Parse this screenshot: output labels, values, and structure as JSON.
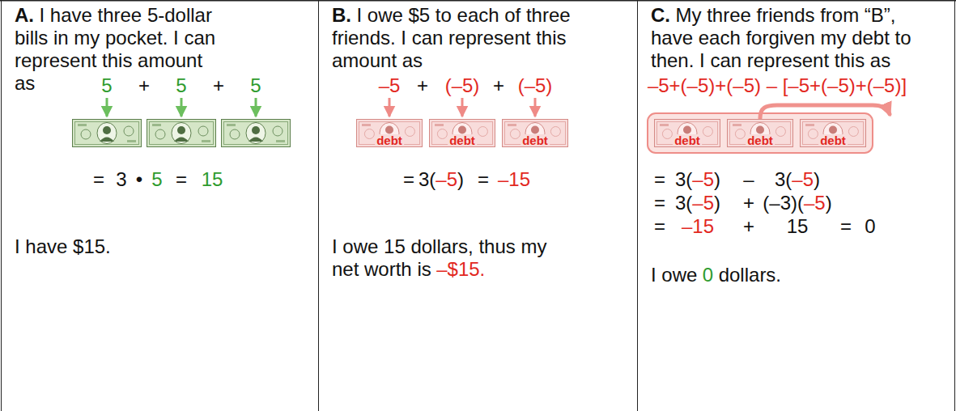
{
  "diagram": {
    "nodes": [
      {
        "text": [
          "A.",
          "I have three 5-dollar bills in my pocket. I can represent this amount as",
          "I have $15."
        ]
      },
      {
        "text": [
          "B.",
          "I owe $5 to each of three friends. I can represent this amount as",
          "I owe 15 dollars, thus my net worth is",
          "–$15."
        ]
      },
      {
        "text": [
          "debt"
        ],
        "in": 1
      },
      {
        "text": [
          "debt"
        ],
        "in": 1
      },
      {
        "text": [
          "debt"
        ],
        "in": 1
      },
      {
        "text": [
          "C.",
          "My three friends from “B”, have each forgiven my debt to then. I can represent this as",
          "I owe",
          "0",
          "dollars."
        ]
      },
      {
        "text": [
          "debt"
        ],
        "in": 5
      },
      {
        "text": [
          "debt"
        ],
        "in": 5
      },
      {
        "text": [
          "debt"
        ],
        "in": 5
      }
    ],
    "labels": [
      "5",
      "+",
      "5",
      "+",
      "5",
      "=",
      "3",
      "•",
      "5",
      "=",
      "15",
      "–5",
      "+",
      "(–5)",
      "+",
      "(–5)",
      "=",
      "3(",
      "–5",
      ")",
      "=",
      "–15",
      "–5+(–5)+(–5) – [–5+(–5)+(–5)]",
      "=",
      "3(",
      "–5",
      ")",
      "–",
      "3(",
      "–5",
      ")",
      "=",
      "3(",
      "–5",
      ")",
      "+",
      "(–3)(",
      "–5",
      ")",
      "=",
      "–15",
      "+",
      "15",
      "=",
      "0"
    ]
  }
}
